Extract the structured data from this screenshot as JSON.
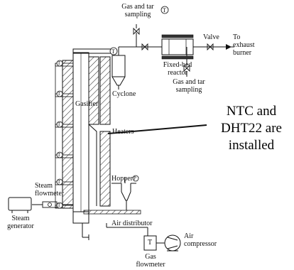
{
  "labels": {
    "gas_tar_sampling_top": [
      "Gas and tar",
      "sampling"
    ],
    "valve": "Valve",
    "to_exhaust_burner": [
      "To",
      "exhaust",
      "burner"
    ],
    "fixed_bed_reactor": [
      "Fixed-bed",
      "reactor"
    ],
    "gas_tar_sampling_mid": [
      "Gas and tar",
      "sampling"
    ],
    "gasifier": "Gasifier",
    "cyclone": "Cyclone",
    "heaters": "Heaters",
    "hopper": "Hopper",
    "steam_flowmeter": [
      "Steam",
      "flowmeter"
    ],
    "steam_generator": [
      "Steam",
      "generator"
    ],
    "air_distributor": "Air distributor",
    "gas_flowmeter": [
      "Gas",
      "flowmeter"
    ],
    "air_compressor": [
      "Air",
      "compressor"
    ]
  },
  "sensor_marks": {
    "temperature": "T",
    "pressure": "P",
    "flowmeter": "T"
  },
  "annotation": [
    "NTC and",
    "DHT22 are",
    "installed"
  ]
}
